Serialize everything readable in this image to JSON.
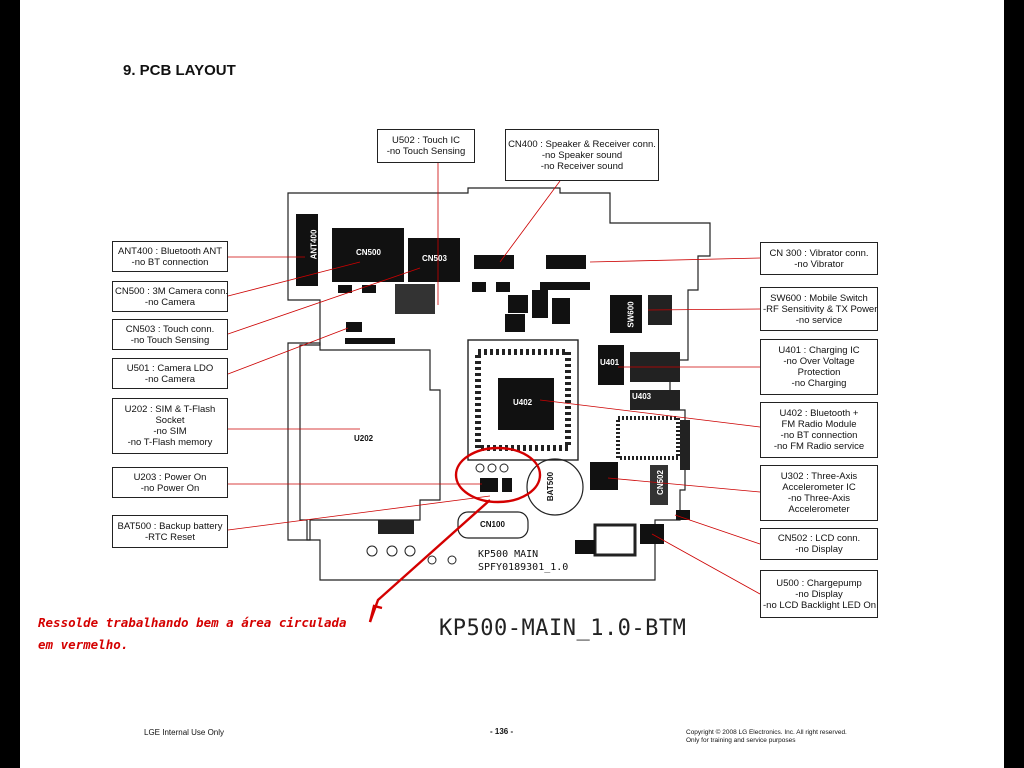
{
  "heading": "9. PCB LAYOUT",
  "board_title": "KP500-MAIN_1.0-BTM",
  "board_silk": [
    "KP500 MAIN",
    "SPFY0189301_1.0"
  ],
  "annotation": [
    "Ressolde trabalhando bem a área circulada",
    "em vermelho."
  ],
  "footer": {
    "left": "LGE Internal Use Only",
    "center": "- 136 -",
    "right_line1": "Copyright © 2008 LG Electronics. Inc. All right reserved.",
    "right_line2": "Only for training and service purposes"
  },
  "component_labels": {
    "ant400": "ANT400",
    "cn500": "CN500",
    "cn503": "CN503",
    "u202": "U202",
    "u402": "U402",
    "u401": "U401",
    "sw600": "SW600",
    "bat500": "BAT500",
    "cn100": "CN100",
    "cn502": "CN502",
    "u403": "U403"
  },
  "callouts": {
    "u502": [
      "U502 : Touch IC",
      "-no Touch Sensing"
    ],
    "cn400": [
      "CN400 : Speaker & Receiver conn.",
      "-no Speaker sound",
      "-no Receiver sound"
    ],
    "ant400": [
      "ANT400 : Bluetooth ANT",
      "-no BT connection"
    ],
    "cn500": [
      "CN500 : 3M Camera conn.",
      "-no Camera"
    ],
    "cn503": [
      "CN503 : Touch conn.",
      "-no Touch Sensing"
    ],
    "u501": [
      "U501 : Camera LDO",
      "-no Camera"
    ],
    "u202": [
      "U202 : SIM & T-Flash",
      "Socket",
      "-no SIM",
      "-no T-Flash memory"
    ],
    "u203": [
      "U203 : Power On",
      "-no Power On"
    ],
    "bat500": [
      "BAT500 : Backup battery",
      "-RTC Reset"
    ],
    "cn300": [
      "CN 300 : Vibrator conn.",
      "-no Vibrator"
    ],
    "sw600": [
      "SW600 : Mobile Switch",
      "-RF Sensitivity & TX Power",
      "-no service"
    ],
    "u401": [
      "U401 : Charging IC",
      "-no Over Voltage",
      "Protection",
      "-no Charging"
    ],
    "u402": [
      "U402 : Bluetooth +",
      "FM Radio Module",
      "-no BT connection",
      "-no FM Radio service"
    ],
    "u302": [
      "U302 : Three-Axis",
      "Accelerometer IC",
      "-no Three-Axis",
      "Accelerometer"
    ],
    "cn502": [
      "CN502 : LCD conn.",
      "-no Display"
    ],
    "u500": [
      "U500 : Chargepump",
      "-no Display",
      "-no LCD Backlight LED On"
    ]
  },
  "colors": {
    "annotation_red": "#d40000",
    "leader_line": "#cc0000",
    "outline": "#222222"
  }
}
